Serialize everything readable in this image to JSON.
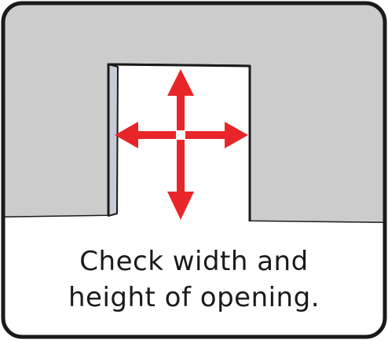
{
  "caption": {
    "line1": "Check width and",
    "line2": "height of opening."
  },
  "colors": {
    "wall": "#cccccc",
    "opening": "#ffffff",
    "door_jamb": "#c7cbd6",
    "arrow": "#e8262a",
    "outline": "#1a1a1a"
  },
  "icons": {
    "arrows": "four-way-measure-arrows",
    "wall": "wall-opening"
  }
}
